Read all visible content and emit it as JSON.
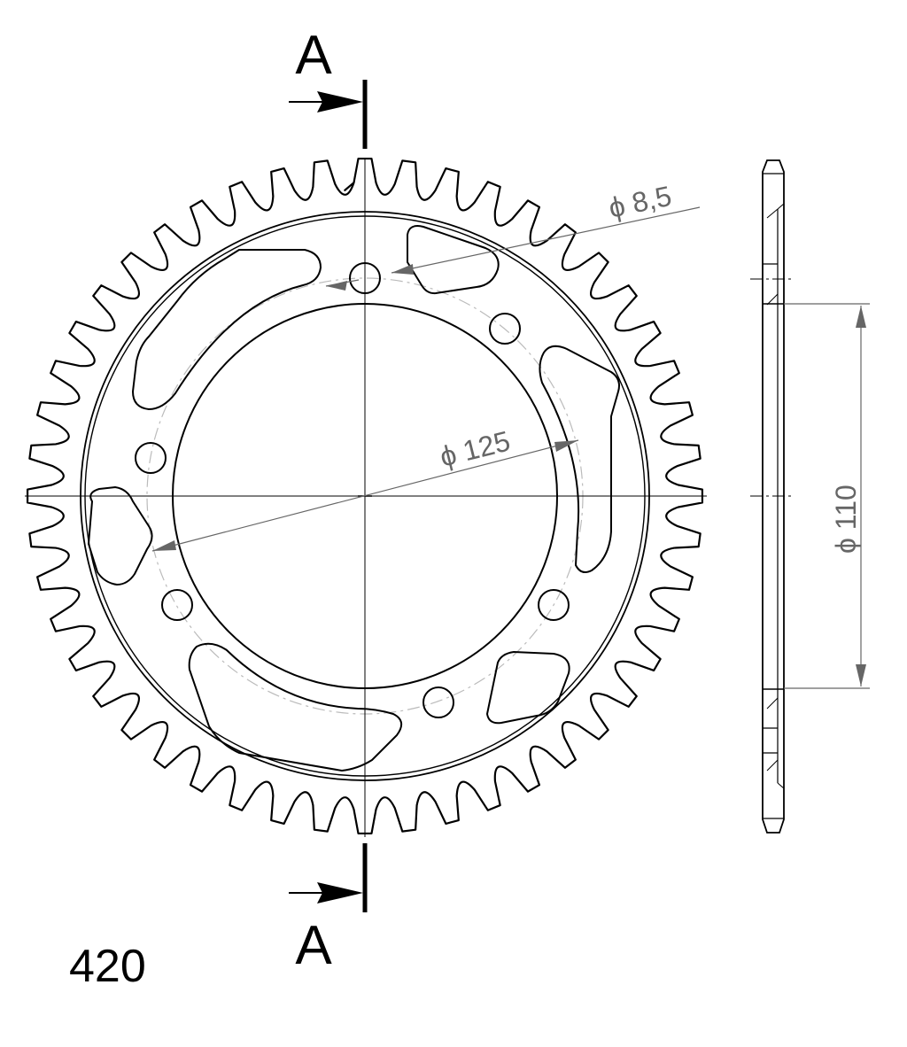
{
  "section": {
    "label_top": "A",
    "label_bottom": "A"
  },
  "dimensions": {
    "bolt_hole": "ϕ 8,5",
    "bolt_circle": "ϕ 125",
    "center_bore": "ϕ 110"
  },
  "pitch_code": "420",
  "sprocket": {
    "teeth": 48,
    "bolt_holes": 6,
    "lightening_cutouts": 6
  },
  "colors": {
    "outline": "#000000",
    "dimension": "#666666",
    "construction": "#bbbbbb"
  }
}
